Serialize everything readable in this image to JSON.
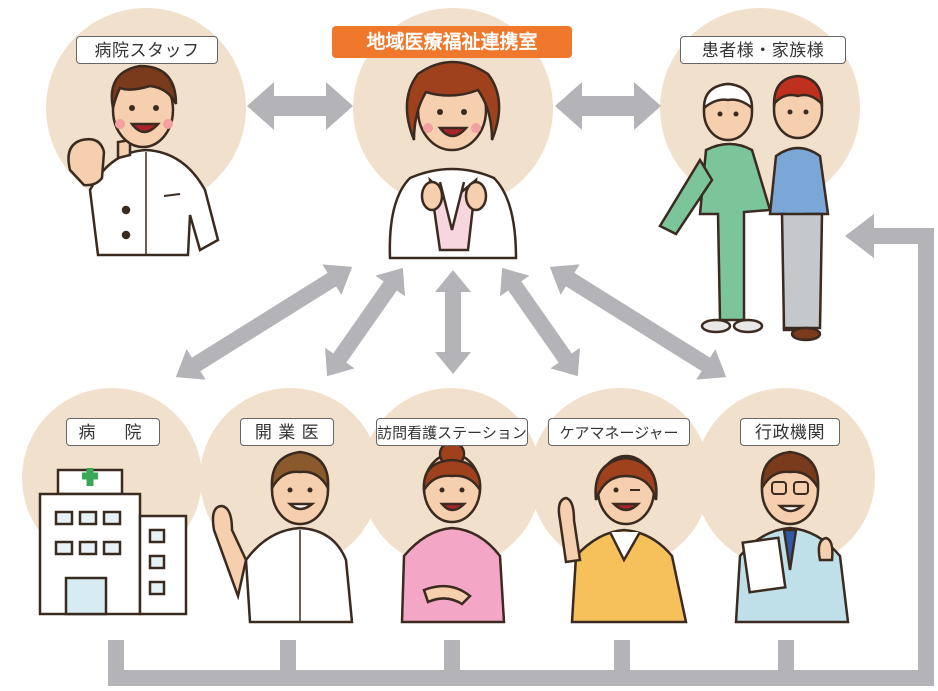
{
  "center": {
    "title": "地域医療福祉連携室"
  },
  "top": {
    "left_label": "病院スタッフ",
    "right_label": "患者様・家族様"
  },
  "bottom_labels": [
    "病　院",
    "開 業 医",
    "訪問看護ステーション",
    "ケアマネージャー",
    "行政機関"
  ],
  "colors": {
    "circle": "#f1e1cc",
    "arrow": "#b4b4b8",
    "title_bg": "#f0782c",
    "outline": "#3a2a20"
  }
}
